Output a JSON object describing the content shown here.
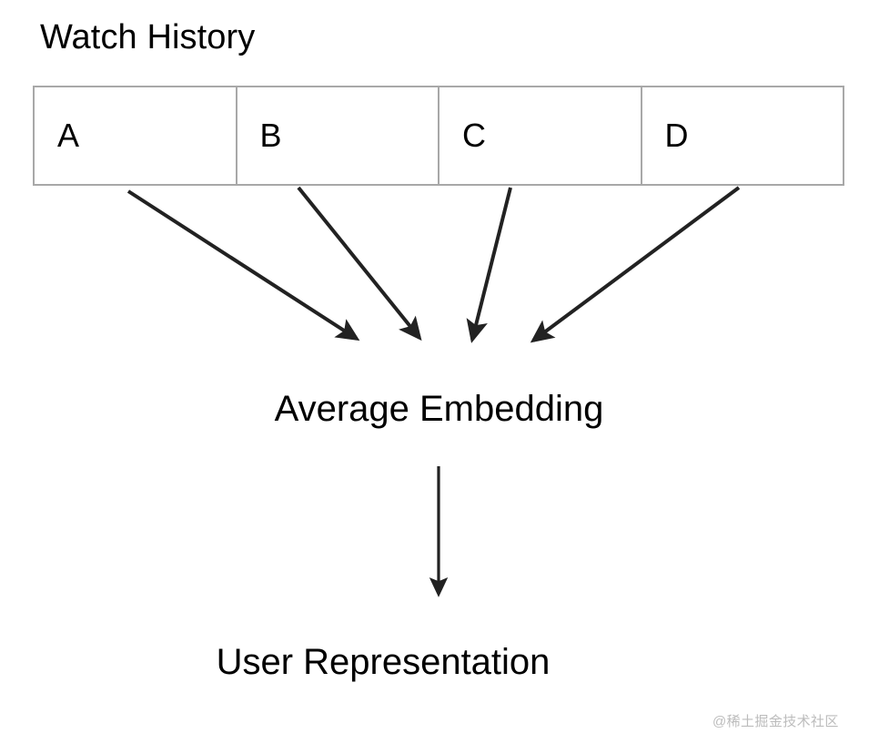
{
  "diagram": {
    "title": "Watch History",
    "background_color": "#ffffff",
    "line_color": "#222222",
    "border_color": "#a8a8a8",
    "text_color": "#000000",
    "watch_history": {
      "cells": [
        {
          "label": "A"
        },
        {
          "label": "B"
        },
        {
          "label": "C"
        },
        {
          "label": "D"
        }
      ]
    },
    "nodes": {
      "average_embedding": "Average Embedding",
      "user_representation": "User Representation"
    },
    "arrows": [
      {
        "name": "arrow-a-to-average",
        "from": "A",
        "to": "Average Embedding"
      },
      {
        "name": "arrow-b-to-average",
        "from": "B",
        "to": "Average Embedding"
      },
      {
        "name": "arrow-c-to-average",
        "from": "C",
        "to": "Average Embedding"
      },
      {
        "name": "arrow-d-to-average",
        "from": "D",
        "to": "Average Embedding"
      },
      {
        "name": "arrow-average-to-user",
        "from": "Average Embedding",
        "to": "User Representation"
      }
    ]
  },
  "watermark": {
    "text": "@稀土掘金技术社区",
    "color": "#bcbcbc"
  }
}
